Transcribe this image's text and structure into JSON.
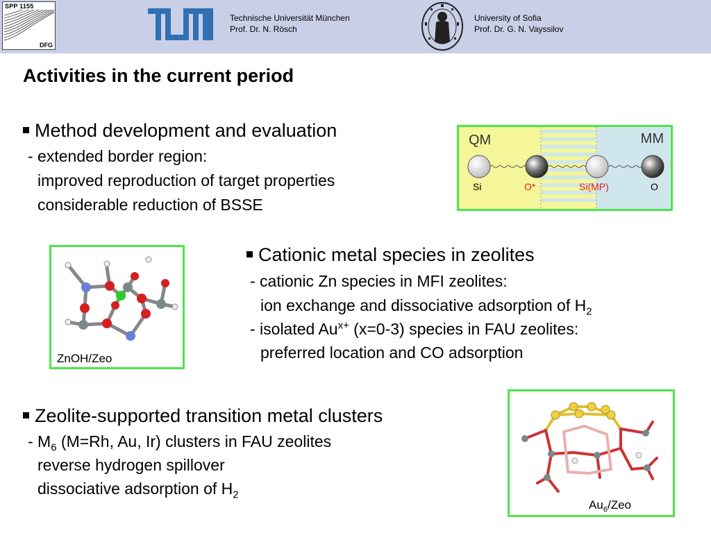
{
  "header": {
    "spp_logo": {
      "top_text": "SPP 1155",
      "bottom_text": "DFG"
    },
    "tum_logo": "tum-logo",
    "tum": {
      "line1": "Technische Universität München",
      "line2": "Prof. Dr. N. Rösch"
    },
    "sofia_seal": "university-seal",
    "sofia": {
      "line1": "University of Sofia",
      "line2": "Prof. Dr. G. N. Vayssilov"
    }
  },
  "title": "Activities in the current period",
  "section1": {
    "heading": "Method development and evaluation",
    "line1": "- extended border region:",
    "line2": "improved reproduction of target properties",
    "line3": "considerable reduction of BSSE"
  },
  "figure_qmmm": {
    "qm_label": "QM",
    "mm_label": "MM",
    "atoms": [
      "Si",
      "O*",
      "Si(MP)",
      "O"
    ],
    "colors": {
      "qm_bg": "#f5f59a",
      "mm_bg": "#cfe6ec",
      "label_accent": "#e02020"
    }
  },
  "section2": {
    "heading": "Cationic metal species in zeolites",
    "line1": "- cationic Zn species in MFI zeolites:",
    "line2_pre": "ion exchange and dissociative adsorption of H",
    "line2_sub": "2",
    "line3_pre": "- isolated Au",
    "line3_sup": "x+",
    "line3_post": " (x=0-3) species in FAU zeolites:",
    "line4": "preferred location and CO adsorption"
  },
  "figure_znoh": {
    "caption": "ZnOH/Zeo"
  },
  "section3": {
    "heading": "Zeolite-supported transition metal clusters",
    "line1_pre": "- M",
    "line1_sub": "6",
    "line1_post": " (M=Rh, Au, Ir) clusters in FAU zeolites",
    "line2": "reverse hydrogen spillover",
    "line3_pre": "dissociative adsorption of H",
    "line3_sub": "2"
  },
  "figure_au6": {
    "caption_pre": "Au",
    "caption_sub": "6",
    "caption_post": "/Zeo"
  },
  "colors": {
    "header_bg": "#c8cfe6",
    "frame_green": "#4be64b",
    "tum_blue": "#3070b3"
  }
}
